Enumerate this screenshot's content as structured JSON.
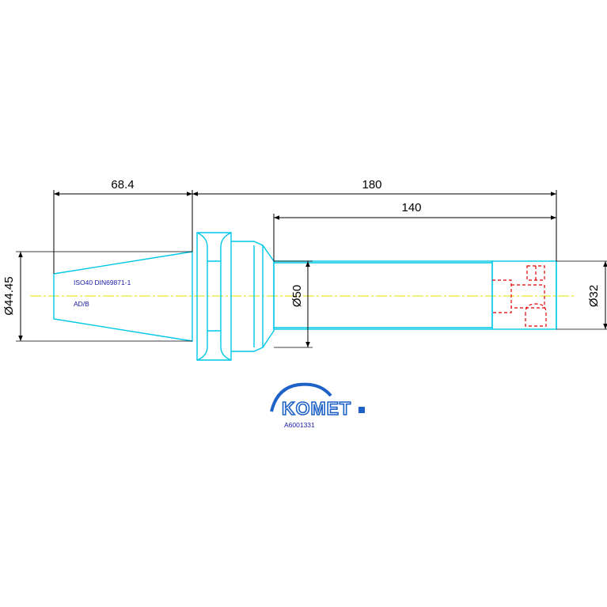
{
  "dimensions": {
    "taper_length": "68.4",
    "overall_length": "180",
    "shank_length": "140",
    "taper_diameter": "Ø44.45",
    "body_diameter": "Ø50",
    "shank_diameter": "Ø32"
  },
  "notes": {
    "standard": "ISO40 DIN69871-1",
    "form": "AD/B"
  },
  "logo": {
    "brand": "KOMET",
    "part_number": "A6001331"
  },
  "colors": {
    "outline": "#00c8e8",
    "dimension": "#000000",
    "centerline": "#e8e000",
    "hidden_detail": "#e00000",
    "brand_blue": "#1e62c8",
    "note_text": "#1a1aa6"
  }
}
